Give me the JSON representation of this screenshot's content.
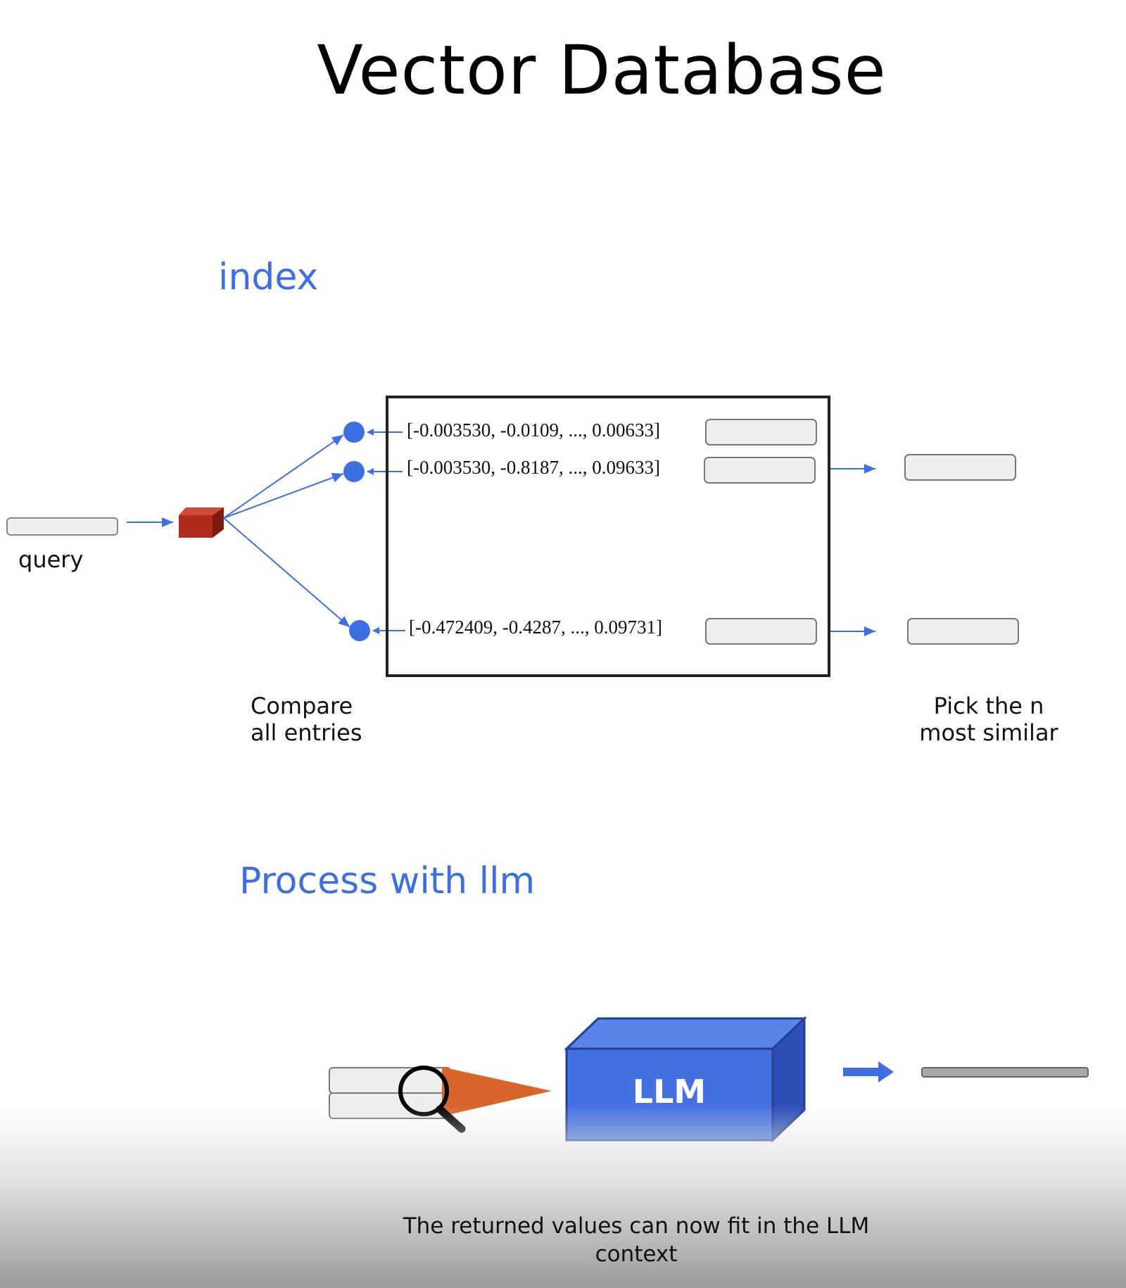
{
  "title": "Vector Database",
  "sections": {
    "index": "index",
    "process": "Process with llm"
  },
  "labels": {
    "query": "query",
    "compare_line1": "Compare",
    "compare_line2": "all entries",
    "pick_line1": "Pick the n",
    "pick_line2": "most similar"
  },
  "vectors": [
    "[-0.003530, -0.0109, ..., 0.00633]",
    "[-0.003530, -0.8187, ..., 0.09633]",
    "[-0.472409, -0.4287, ..., 0.09731]"
  ],
  "llm_label": "LLM",
  "caption": {
    "line1": "The returned values can now fit in the LLM",
    "line2": "context"
  },
  "colors": {
    "accent_blue": "#3d6fe0",
    "embedding_red": "#b02a1e",
    "beam_orange": "#d9652c",
    "box_gray": "#eeeeee"
  },
  "icons": [
    "embedding-cube-icon",
    "magnifier-icon",
    "llm-box-icon",
    "arrow-icon"
  ]
}
